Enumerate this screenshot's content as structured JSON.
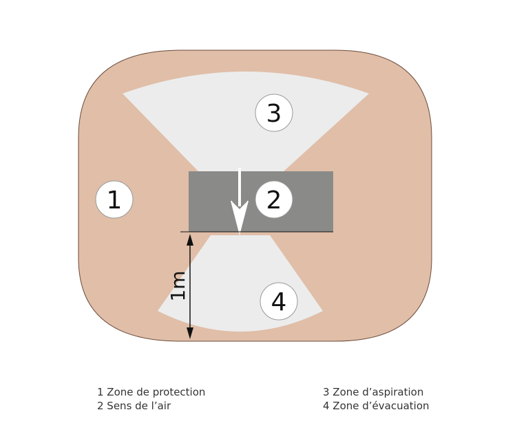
{
  "colors": {
    "protection_zone": "#e0bea8",
    "protection_outline": "#6b4a3a",
    "aspiration_zone": "#ececec",
    "evacuation_zone": "#ececec",
    "device": "#8a8a89",
    "marker_fill": "#ffffff",
    "marker_stroke": "#999999",
    "arrow": "#ffffff",
    "dimension": "#111111",
    "text": "#333333"
  },
  "markers": {
    "protection": "1",
    "air_direction": "2",
    "aspiration": "3",
    "evacuation": "4"
  },
  "dimension_label": "1m",
  "legend": {
    "items": [
      "1 Zone de protection",
      "2 Sens de l’air",
      "3 Zone d’aspiration",
      "4 Zone d’évacuation"
    ]
  }
}
